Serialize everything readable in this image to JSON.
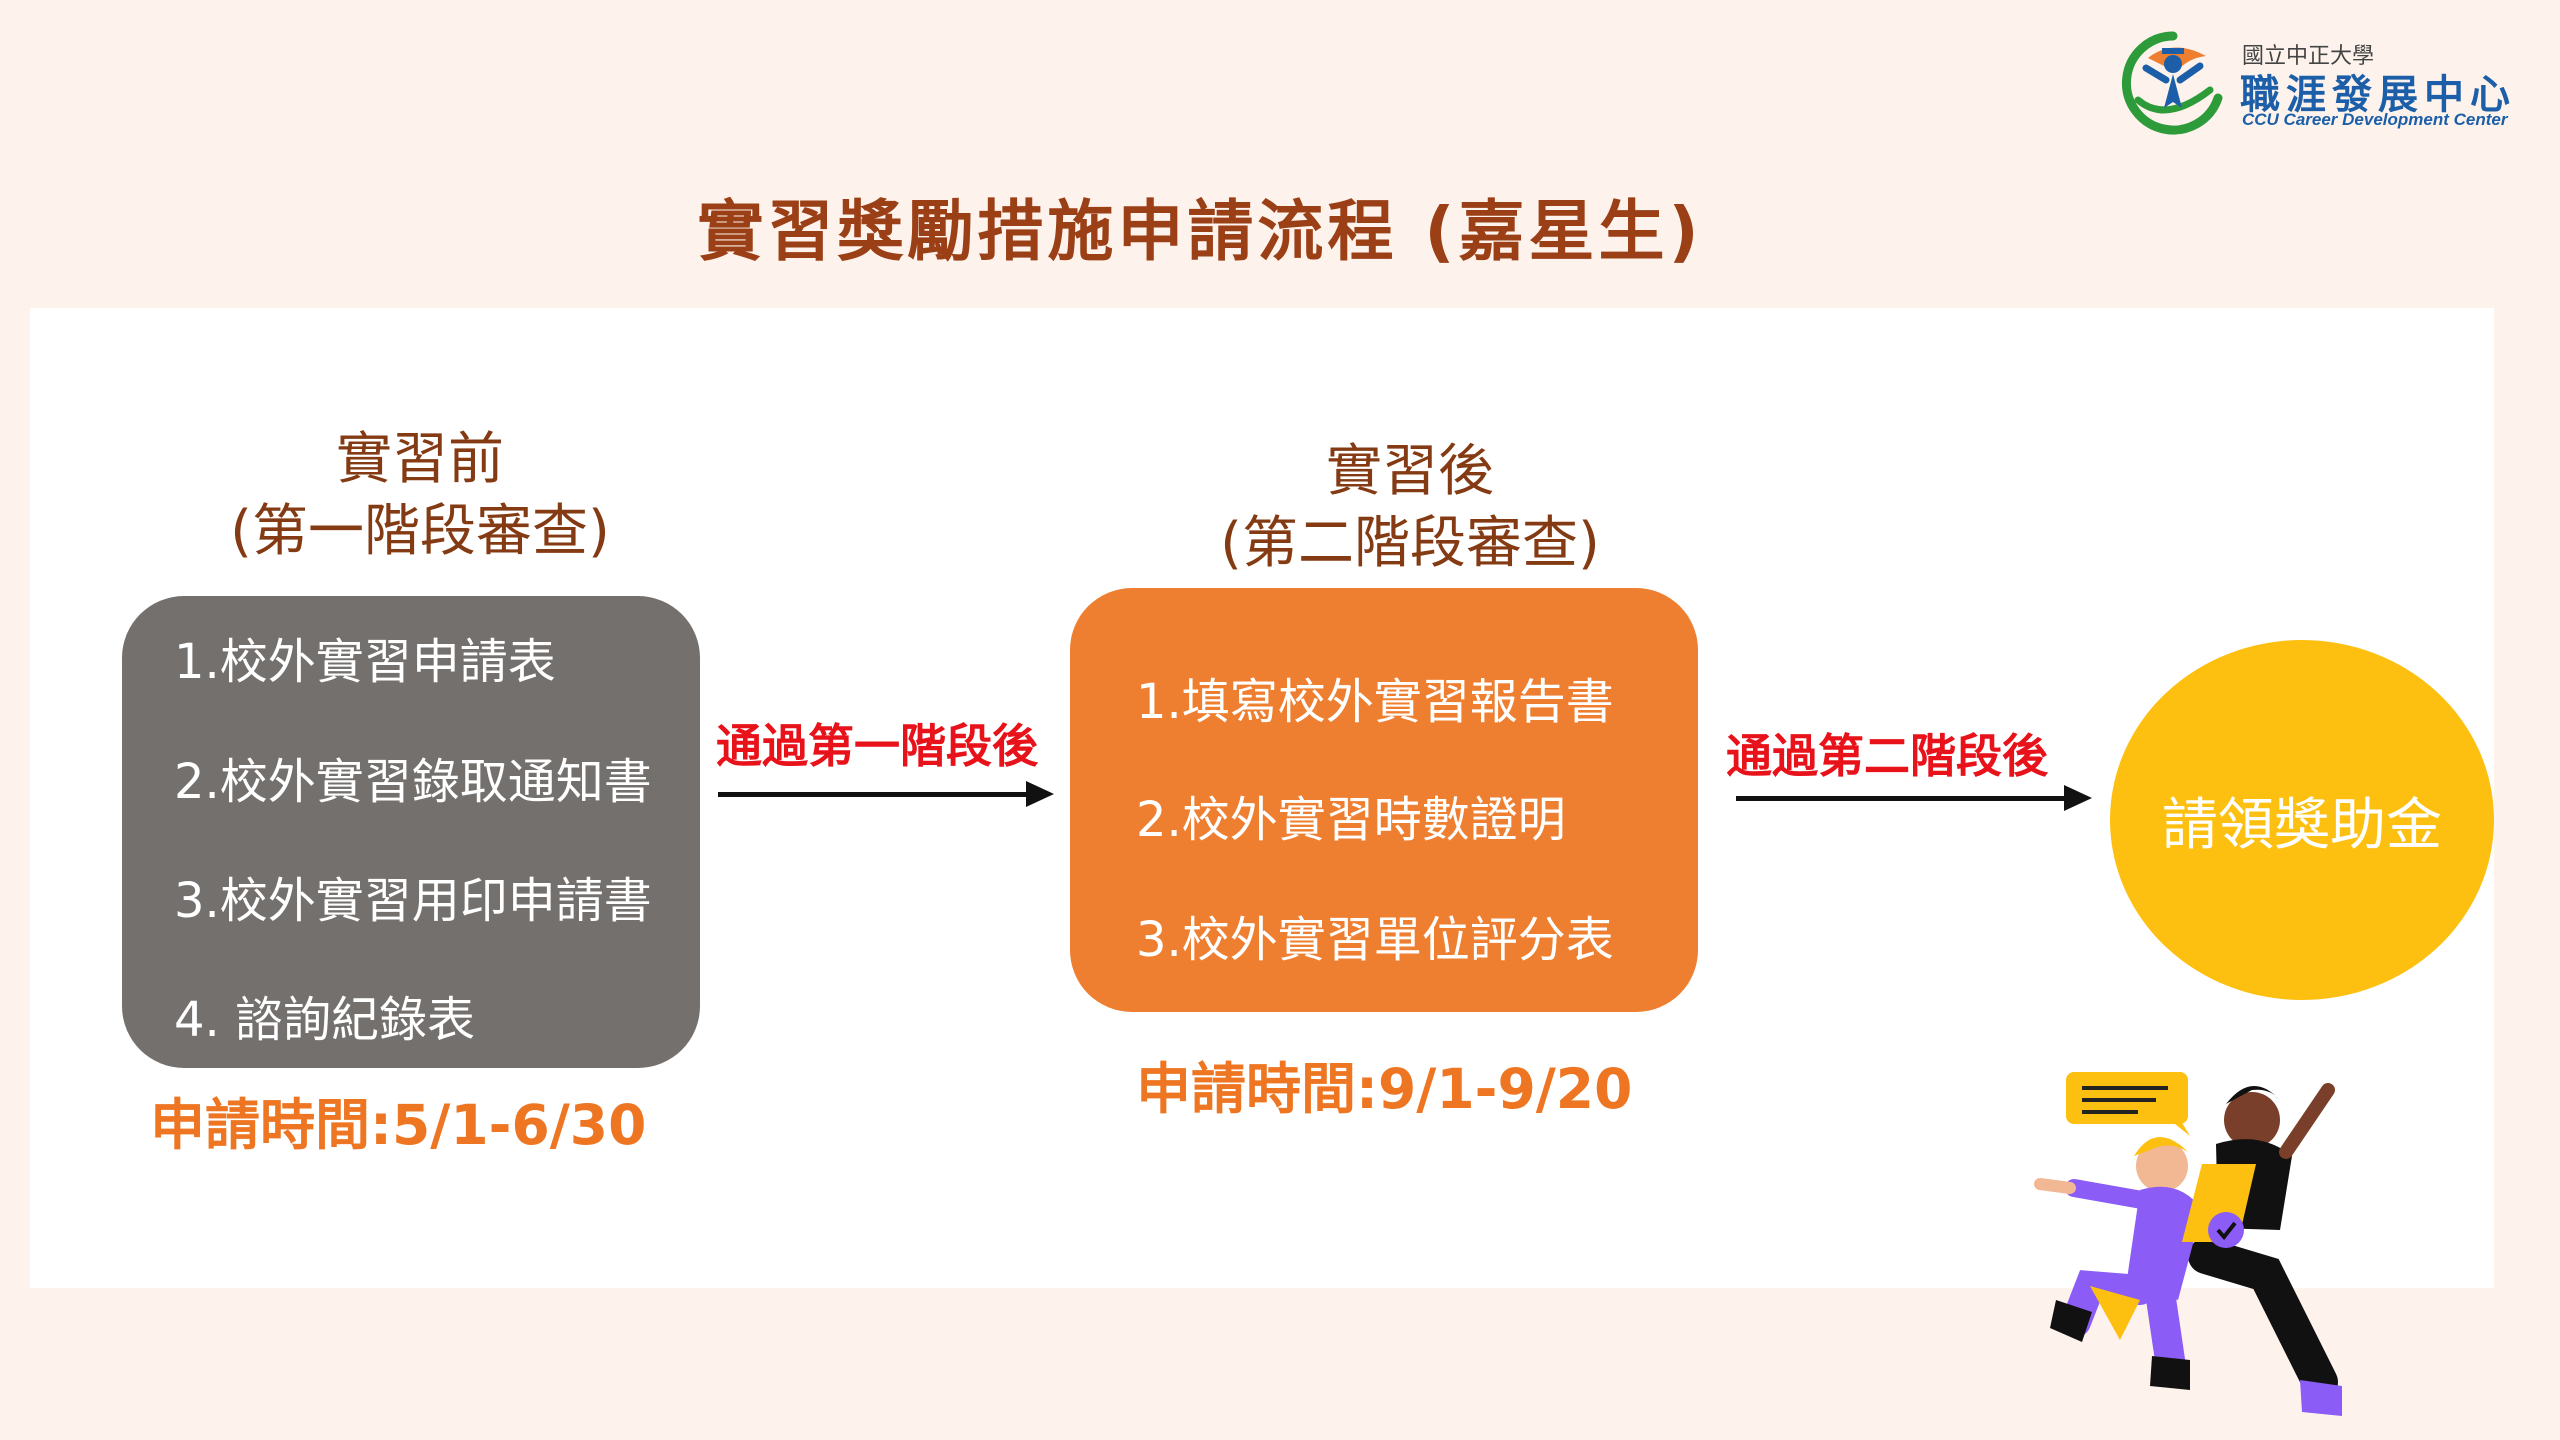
{
  "logo": {
    "small_text": "國立中正大學",
    "big_text": "職涯發展中心",
    "english_text": "CCU Career Development Center"
  },
  "title": "實習獎勵措施申請流程 (嘉星生)",
  "stage1": {
    "heading_line1": "實習前",
    "heading_line2": "(第一階段審查)",
    "items": [
      "1.校外實習申請表",
      "2.校外實習錄取通知書",
      "3.校外實習用印申請書",
      "4. 諮詢紀錄表"
    ],
    "apply_time": "申請時間:5/1-6/30"
  },
  "arrow1": {
    "label": "通過第一階段後"
  },
  "stage2": {
    "heading_line1": "實習後",
    "heading_line2": "(第二階段審查)",
    "items": [
      "1.填寫校外實習報告書",
      "2.校外實習時數證明",
      "3.校外實習單位評分表"
    ],
    "apply_time": "申請時間:9/1-9/20"
  },
  "arrow2": {
    "label": "通過第二階段後"
  },
  "final": {
    "label": "請領獎助金"
  },
  "colors": {
    "title": "#9b3f16",
    "stage1_box": "#74706e",
    "stage2_box": "#ee7f31",
    "final_circle": "#fdc010",
    "arrow_label": "#e8121b",
    "apply_time": "#ee7623"
  }
}
